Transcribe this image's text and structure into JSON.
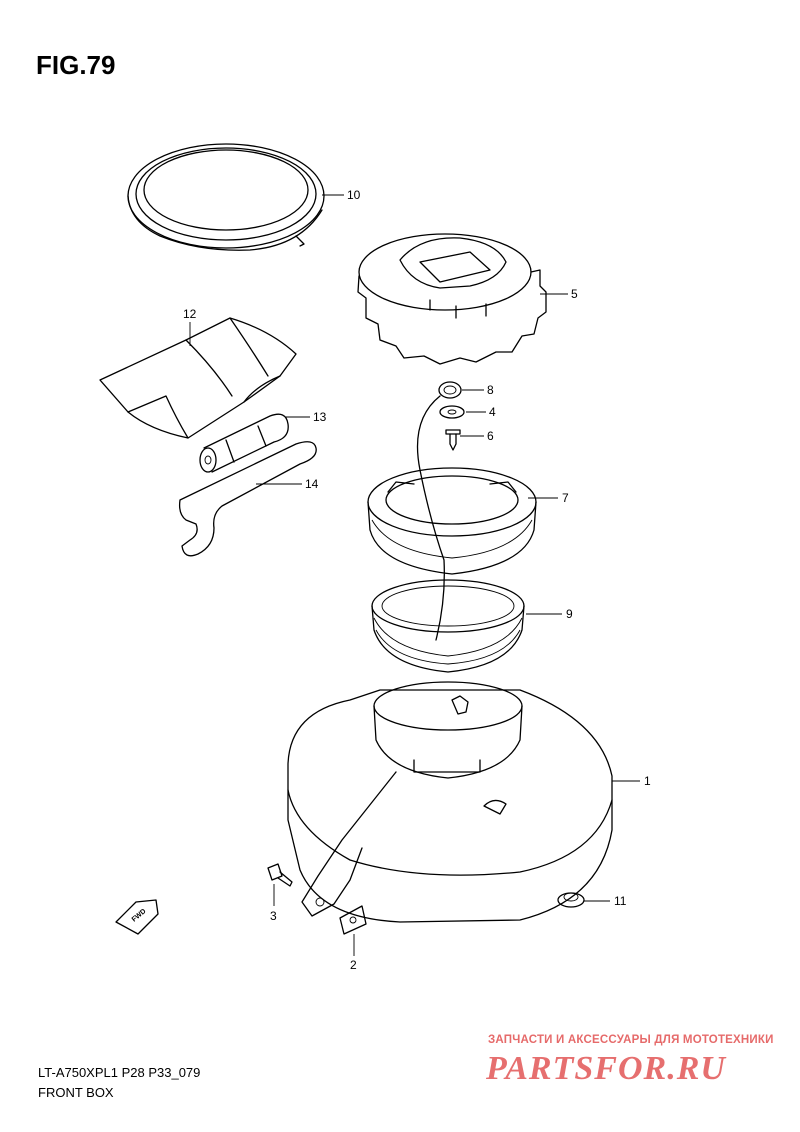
{
  "figure": {
    "title": "FIG.79",
    "model_code": "LT-A750XPL1 P28 P33_079",
    "section_name": "FRONT BOX"
  },
  "callouts": [
    {
      "id": "1",
      "label": "1"
    },
    {
      "id": "2",
      "label": "2"
    },
    {
      "id": "3",
      "label": "3"
    },
    {
      "id": "4",
      "label": "4"
    },
    {
      "id": "5",
      "label": "5"
    },
    {
      "id": "6",
      "label": "6"
    },
    {
      "id": "7",
      "label": "7"
    },
    {
      "id": "8",
      "label": "8"
    },
    {
      "id": "9",
      "label": "9"
    },
    {
      "id": "10",
      "label": "10"
    },
    {
      "id": "11",
      "label": "11"
    },
    {
      "id": "12",
      "label": "12"
    },
    {
      "id": "13",
      "label": "13"
    },
    {
      "id": "14",
      "label": "14"
    }
  ],
  "fwd_arrow": {
    "label": "FWD"
  },
  "watermark": {
    "tagline": "ЗАПЧАСТИ И АКСЕССУАРЫ ДЛЯ МОТОТЕХНИКИ",
    "logo": "PARTSFOR.RU"
  },
  "colors": {
    "line": "#000000",
    "watermark": "#e25757",
    "background": "#ffffff"
  }
}
